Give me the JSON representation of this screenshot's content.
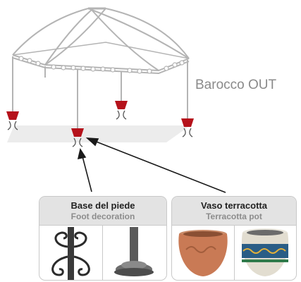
{
  "product": {
    "name": "Barocco OUT"
  },
  "options": [
    {
      "title": "Base del piede",
      "subtitle": "Foot decoration",
      "images": [
        "ornamental-scroll-foot",
        "weighted-round-base"
      ]
    },
    {
      "title": "Vaso terracotta",
      "subtitle": "Terracotta pot",
      "images": [
        "terracotta-pot",
        "ceramic-decorated-pot"
      ]
    }
  ],
  "colors": {
    "frame": "#b4b4b4",
    "accent": "#b5121b",
    "card_header": "#e3e3e3",
    "card_border": "#c9c9c9",
    "text_muted": "#8a8a8a"
  },
  "icons": [
    "gazebo-illustration",
    "pointer-arrow-icon"
  ]
}
